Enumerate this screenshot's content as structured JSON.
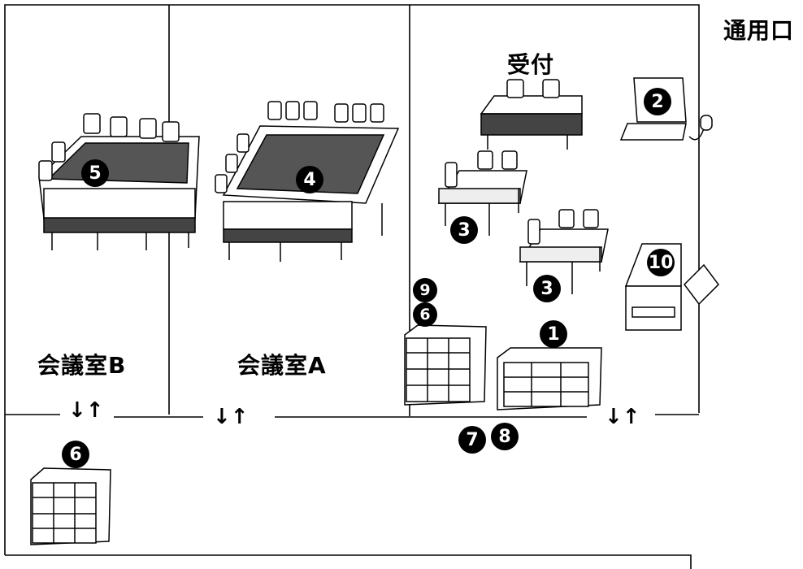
{
  "rooms": {
    "meeting_b": "会議室B",
    "meeting_a": "会議室A",
    "reception": "受付",
    "side_entrance": "通用口"
  },
  "markers": {
    "m1": "1",
    "m2": "2",
    "m3a": "3",
    "m3b": "3",
    "m4": "4",
    "m5": "5",
    "m6a": "6",
    "m6b": "6",
    "m7": "7",
    "m8": "8",
    "m9": "9",
    "m10": "10"
  },
  "doors": {
    "d1": "↓↑",
    "d2": "↓↑",
    "d3": "↓↑"
  }
}
